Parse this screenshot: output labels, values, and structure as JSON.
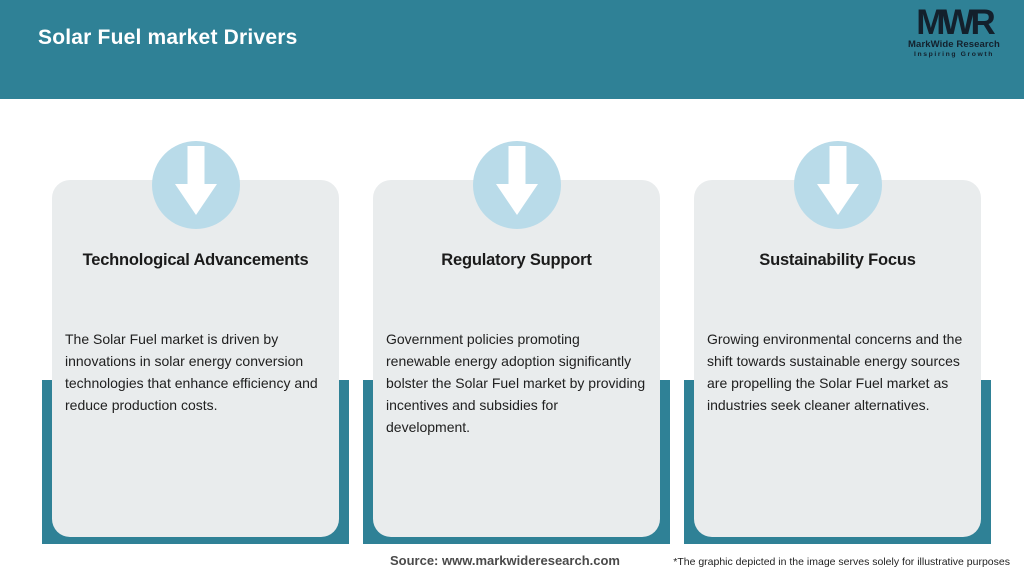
{
  "header": {
    "title": "Solar Fuel market Drivers",
    "background": "#2F8196",
    "text_color": "#FFFFFF"
  },
  "logo": {
    "monogram": "MWR",
    "name": "MarkWide Research",
    "tagline": "Inspiring Growth",
    "color": "#13202C"
  },
  "cards": [
    {
      "icon": "arrow-down-icon",
      "title": "Technological Advancements",
      "body": "The Solar Fuel market is driven by\ninnovations in solar energy conversion\ntechnologies that enhance efficiency and\nreduce production costs."
    },
    {
      "icon": "arrow-down-icon",
      "title": "Regulatory Support",
      "body": "Government policies promoting\nrenewable energy adoption significantly\nbolster the Solar Fuel market by providing\nincentives and subsidies for\ndevelopment."
    },
    {
      "icon": "arrow-down-icon",
      "title": "Sustainability Focus",
      "body": "Growing environmental concerns and the\nshift towards sustainable energy sources\nare propelling the Solar Fuel market as\nindustries seek cleaner alternatives."
    }
  ],
  "footer": {
    "source": "Source: www.markwideresearch.com",
    "disclaimer": "*The graphic depicted in the image serves solely for illustrative purposes"
  },
  "colors": {
    "teal": "#2F8196",
    "card_bg": "#E9ECED",
    "circle_blue": "#B9DBE9",
    "arrow": "#FFFFFF"
  }
}
